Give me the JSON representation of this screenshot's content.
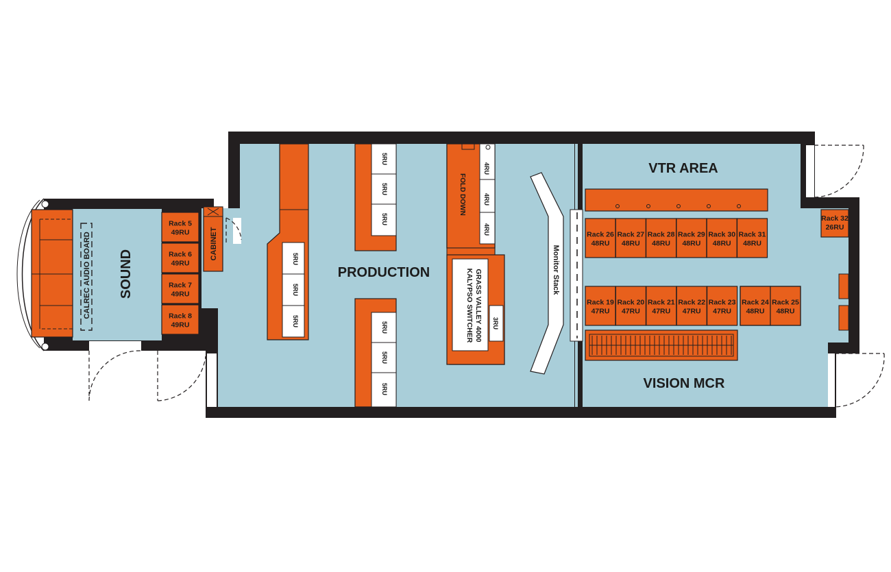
{
  "colors": {
    "floor": "#a9ced9",
    "wall": "#231f20",
    "equipment": "#e8601c",
    "outline": "#231f20",
    "slot": "#ffffff"
  },
  "rooms": {
    "sound": "SOUND",
    "production": "PRODUCTION",
    "vtr_area": "VTR AREA",
    "vision_mcr": "VISION MCR"
  },
  "labels": {
    "calrec": "CALREC AUDIO BOARD",
    "cabinet": "CABINET",
    "fold_down": "FOLD DOWN",
    "switcher_line1": "KALYPSO SWITCHER",
    "switcher_line2": "GRASS VALLEY 4000",
    "monitor_stack": "Monitor Stack"
  },
  "slots": {
    "ru5": "5RU",
    "ru4": "4RU",
    "ru3": "3RU"
  },
  "sound_racks": [
    {
      "name": "Rack 5",
      "units": "49RU"
    },
    {
      "name": "Rack 6",
      "units": "49RU"
    },
    {
      "name": "Rack 7",
      "units": "49RU"
    },
    {
      "name": "Rack 8",
      "units": "49RU"
    }
  ],
  "vtr_racks": [
    {
      "name": "Rack 26",
      "units": "48RU"
    },
    {
      "name": "Rack 27",
      "units": "48RU"
    },
    {
      "name": "Rack 28",
      "units": "48RU"
    },
    {
      "name": "Rack 29",
      "units": "48RU"
    },
    {
      "name": "Rack 30",
      "units": "48RU"
    },
    {
      "name": "Rack 31",
      "units": "48RU"
    }
  ],
  "vision_racks": [
    {
      "name": "Rack 19",
      "units": "47RU"
    },
    {
      "name": "Rack 20",
      "units": "47RU"
    },
    {
      "name": "Rack 21",
      "units": "47RU"
    },
    {
      "name": "Rack 22",
      "units": "47RU"
    },
    {
      "name": "Rack 23",
      "units": "47RU"
    },
    {
      "name": "Rack 24",
      "units": "48RU"
    },
    {
      "name": "Rack 25",
      "units": "48RU"
    }
  ],
  "annex_rack": {
    "name": "Rack 32",
    "units": "26RU"
  }
}
